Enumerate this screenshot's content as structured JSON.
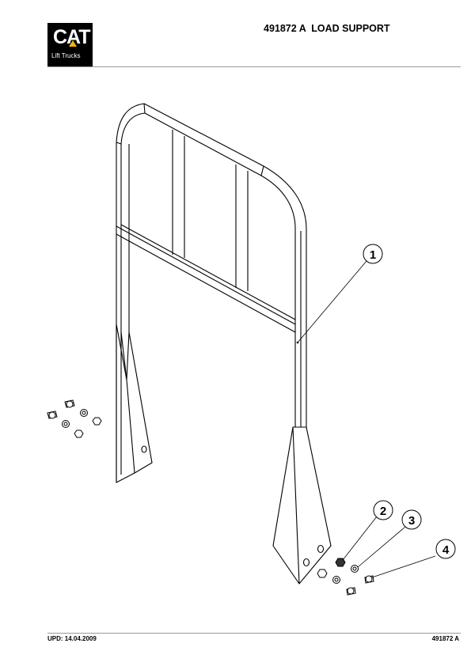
{
  "header": {
    "logo_text": "CAT",
    "logo_subtext": "Lift Trucks",
    "title": "491872 A  LOAD SUPPORT"
  },
  "callouts": [
    "1",
    "2",
    "3",
    "4"
  ],
  "footer": {
    "update": "UPD: 14.04.2009",
    "part_number": "491872 A"
  },
  "logo_colors": {
    "background": "#000000",
    "accent": "#f2b600"
  }
}
